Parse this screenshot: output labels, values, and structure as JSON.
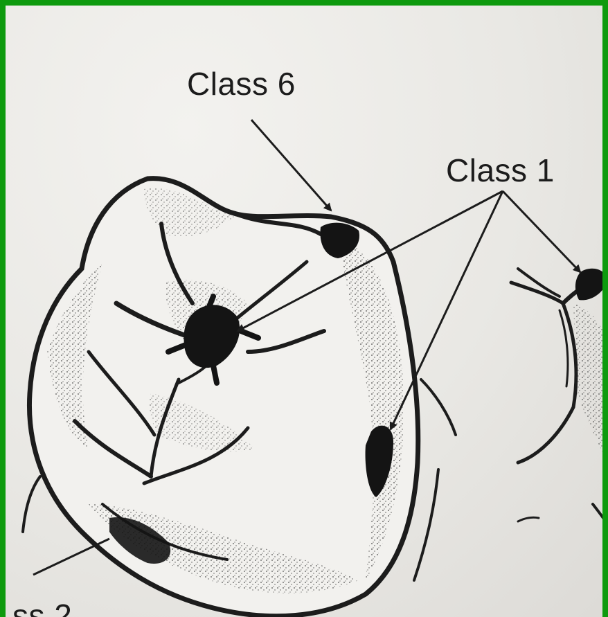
{
  "diagram": {
    "labels": {
      "class6": "Class 6",
      "class1": "Class 1",
      "class2": "ss 2"
    },
    "colors": {
      "ink": "#1c1c1c",
      "paper": "#eceae6",
      "border": "#0e9a0e"
    }
  }
}
